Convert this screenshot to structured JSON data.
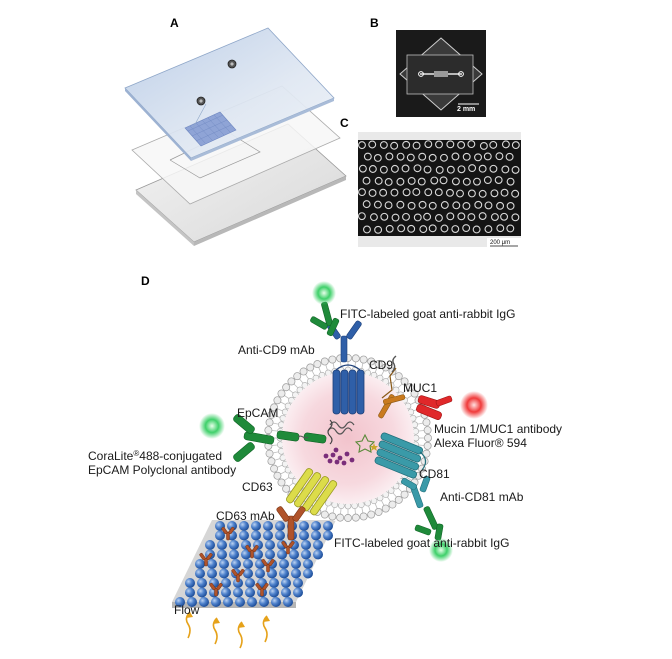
{
  "panels": {
    "a": "A",
    "b": "B",
    "c": "C",
    "d": "D"
  },
  "scale_bars": {
    "b": "2 mm",
    "c": "200 μm"
  },
  "labels": {
    "fitc_top": "FITC-labeled goat anti-rabbit IgG",
    "anti_cd9": "Anti-CD9 mAb",
    "cd9": "CD9",
    "muc1": "MUC1",
    "epcam": "EpCAM",
    "mucin_line1": "Mucin 1/MUC1 antibody",
    "mucin_line2": "Alexa Fluor® 594",
    "coralite_line1_a": "CoraLite",
    "coralite_line1_sup": "®",
    "coralite_line1_b": "488-conjugated",
    "coralite_line2": "EpCAM Polyclonal antibody",
    "cd81": "CD81",
    "cd63": "CD63",
    "anti_cd81": "Anti-CD81 mAb",
    "cd63_mab": "CD63 mAb",
    "fitc_bottom": "FITC-labeled goat anti-rabbit IgG",
    "flow": "Flow"
  },
  "colors": {
    "cd9_blue": "#2f5fa8",
    "antibody_green": "#1f8a3a",
    "muc1_orange": "#c97a1e",
    "mucin_red": "#e0282a",
    "cd81_teal": "#3a9aa8",
    "cd63_yellow": "#dcdc4a",
    "cd63_mab_brown": "#b0532a",
    "bead_blue": "#3f74c4"
  }
}
